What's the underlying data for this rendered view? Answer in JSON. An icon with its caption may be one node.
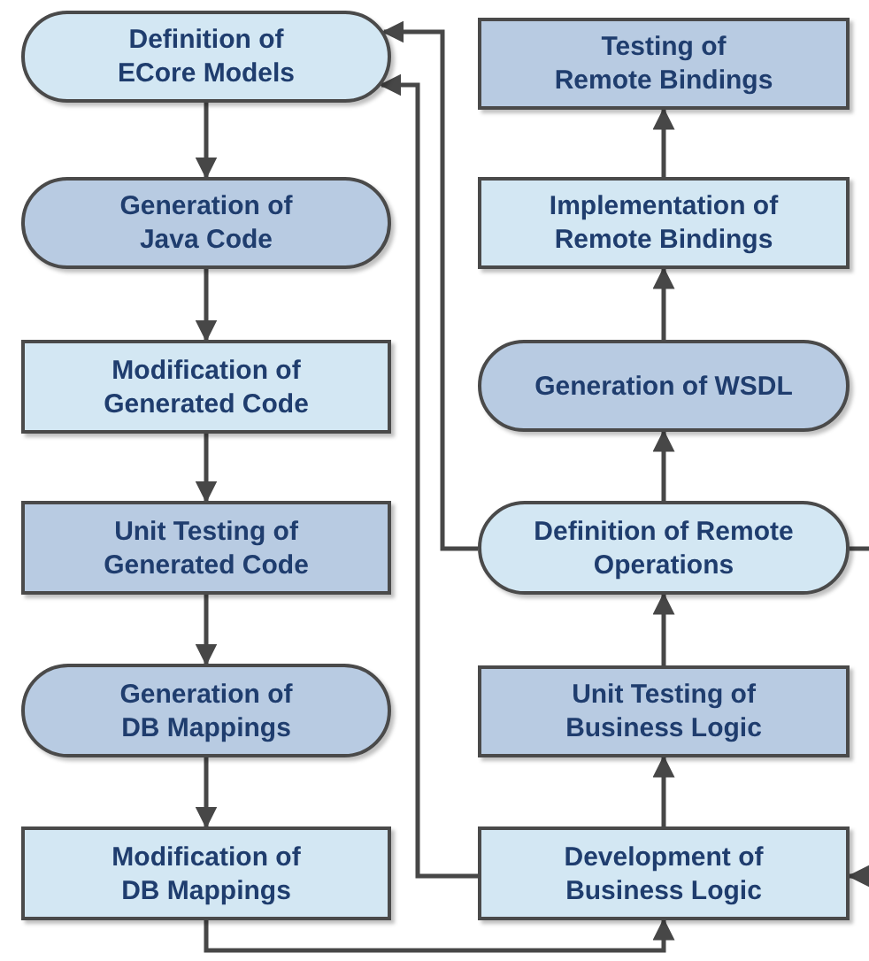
{
  "diagram": {
    "nodes": [
      {
        "text": [
          "Definition of ECore Models"
        ]
      },
      {
        "text": [
          "Generation of Java Code"
        ]
      },
      {
        "text": [
          "Modification of Generated Code"
        ]
      },
      {
        "text": [
          "Unit Testing of Generated Code"
        ]
      },
      {
        "text": [
          "Generation of DB Mappings"
        ]
      },
      {
        "text": [
          "Modification of DB Mappings"
        ]
      },
      {
        "text": [
          "Testing of Remote Bindings"
        ]
      },
      {
        "text": [
          "Implementation of Remote Bindings"
        ]
      },
      {
        "text": [
          "Generation of WSDL"
        ]
      },
      {
        "text": [
          "Definition of Remote Operations"
        ]
      },
      {
        "text": [
          "Unit Testing of Business Logic"
        ]
      },
      {
        "text": [
          "Development of Business Logic"
        ]
      }
    ],
    "edges": [
      {
        "from": 0,
        "to": 1,
        "arrow": "to"
      },
      {
        "from": 1,
        "to": 2,
        "arrow": "to"
      },
      {
        "from": 2,
        "to": 3,
        "arrow": "to"
      },
      {
        "from": 3,
        "to": 4,
        "arrow": "to"
      },
      {
        "from": 4,
        "to": 5,
        "arrow": "to"
      },
      {
        "from": 5,
        "to": 11,
        "arrow": "to"
      },
      {
        "from": 11,
        "to": 10,
        "arrow": "to"
      },
      {
        "from": 10,
        "to": 9,
        "arrow": "to"
      },
      {
        "from": 9,
        "to": 8,
        "arrow": "to"
      },
      {
        "from": 8,
        "to": 7,
        "arrow": "to"
      },
      {
        "from": 7,
        "to": 6,
        "arrow": "to"
      },
      {
        "from": 9,
        "to": 0,
        "arrow": "to"
      },
      {
        "from": 11,
        "to": 0,
        "arrow": "to"
      },
      {
        "from": 9,
        "to": null,
        "arrow": "none"
      },
      {
        "from": null,
        "to": 11,
        "arrow": "to"
      }
    ]
  }
}
